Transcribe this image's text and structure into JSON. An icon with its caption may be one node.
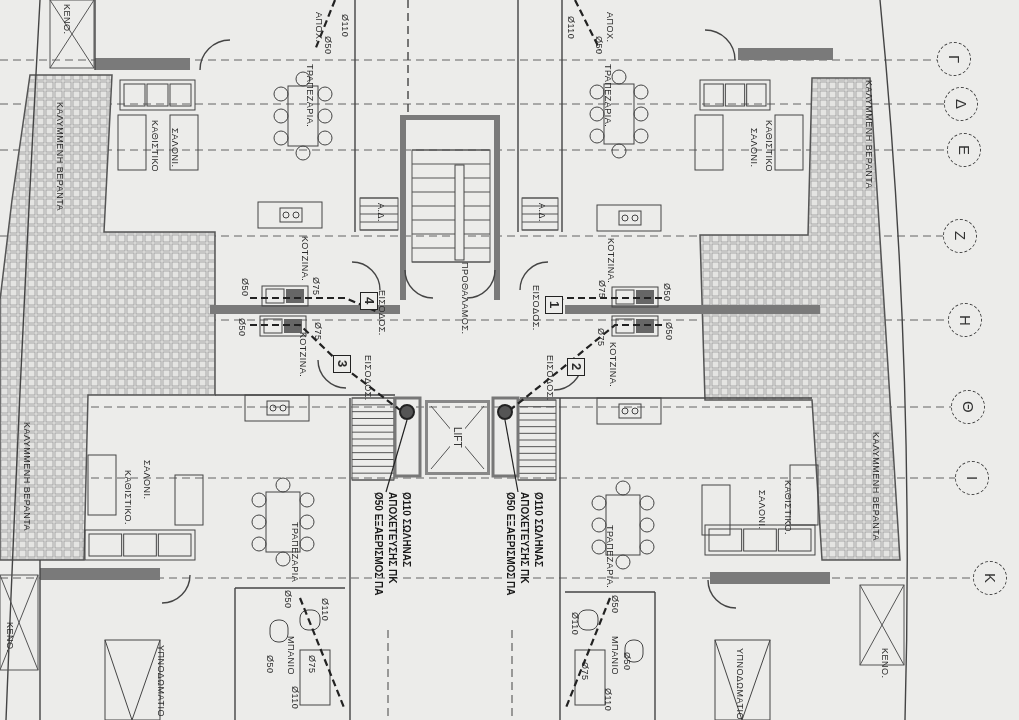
{
  "diagram": {
    "nodes": [
      {
        "text": [
          "Ø110 ΣΩΛΗΝΑΣ",
          "ΑΠΟΧΕΤΕΥΣΗΣ ΠΚ",
          "Ø50 ΕΞΑΕΡΙΣΜΟΣ ΠΑ"
        ]
      },
      {
        "text": [],
        "shape": "circle"
      },
      {
        "text": [
          "Ø110 ΣΩΛΗΝΑΣ",
          "ΑΠΟΧΕΤΕΥΣΗΣ ΠΚ",
          "Ø50 ΕΞΑΕΡΙΣΜΟΣ ΠΑ"
        ]
      },
      {
        "text": [],
        "shape": "circle"
      },
      {
        "text": [
          "Γ"
        ]
      },
      {
        "text": [
          "Δ"
        ]
      },
      {
        "text": [
          "Ε"
        ]
      },
      {
        "text": [
          "Ζ"
        ]
      },
      {
        "text": [
          "Η"
        ]
      },
      {
        "text": [
          "Θ"
        ]
      },
      {
        "text": [
          "Ι"
        ]
      },
      {
        "text": [
          "Κ"
        ]
      },
      {
        "text": [
          "4"
        ]
      },
      {
        "text": [
          "1"
        ]
      },
      {
        "text": [
          "3"
        ]
      },
      {
        "text": [
          "2"
        ]
      },
      {
        "text": [
          "LIFT"
        ]
      }
    ],
    "edges": [
      {
        "from": 0,
        "to": 1,
        "arrow": "none"
      },
      {
        "from": 2,
        "to": 3,
        "arrow": "none"
      }
    ],
    "labels": [
      "ΚΕΝΟ.",
      "ΑΠΟΧ.",
      "Ø50",
      "Ø110",
      "ΤΡΑΠΕΖΑΡΙΑ.",
      "ΚΑΛΥΜΜΕΝΗ ΒΕΡΑΝΤΑ",
      "ΣΑΛΟΝΙ.",
      "ΚΑΘΙΣΤΙΚΟ",
      "ΚΟΤΖΙΝΑ.",
      "Ø75",
      "Ø50",
      "ΕΙΣΟΔΟΣ.",
      "Ø50",
      "Ø75",
      "ΚΟΤΖΙΝΑ.",
      "ΕΙΣΟΔΟΣ.",
      "Α.Δ.",
      "ΠΡΟΘΑΛΑΜΟΣ.",
      "ΕΙΣΟΔΟΣ.",
      "ΑΠΟΧ.",
      "Ø50",
      "Ø110",
      "ΤΡΑΠΕΖΑΡΙΑ.",
      "Α.Δ.",
      "ΣΑΛΟΝΙ.",
      "ΚΑΘΙΣΤΙΚΟ",
      "ΚΑΛΥΜΜΕΝΗ ΒΕΡΑΝΤΑ",
      "ΚΟΤΖΙΝΑ.",
      "Ø75",
      "Ø50",
      "Ø50",
      "Ø75",
      "ΚΟΤΖΙΝΑ.",
      "ΕΙΣΟΔΟΣ.",
      "ΚΑΛΥΜΜΕΝΗ ΒΕΡΑΝΤΑ",
      "ΣΑΛΟΝΙ.",
      "ΚΑΘΙΣΤΙΚΟ.",
      "ΤΡΑΠΕΖΑΡΙΑ",
      "ΚΕΝΟ.",
      "ΥΠΝΟΔΩΜΑΤΙΟ",
      "Ø50",
      "Ø110",
      "Ø75",
      "Ø50",
      "ΜΠΑΝΙΟ",
      "Ø110",
      "ΤΡΑΠΕΖΑΡΙΑ.",
      "ΣΑΛΟΝΙ.",
      "ΚΑΘΙΣΤΙΚΟ.",
      "ΚΑΛΥΜΜΕΝΗ ΒΕΡΑΝΤΑ",
      "ΥΠΝΟΔΩΜΑΤΙΟ",
      "ΚΕΝΟ.",
      "Ø50",
      "Ø110",
      "Ø75",
      "Ø50",
      "ΜΠΑΝΙΟ",
      "Ø110"
    ]
  }
}
